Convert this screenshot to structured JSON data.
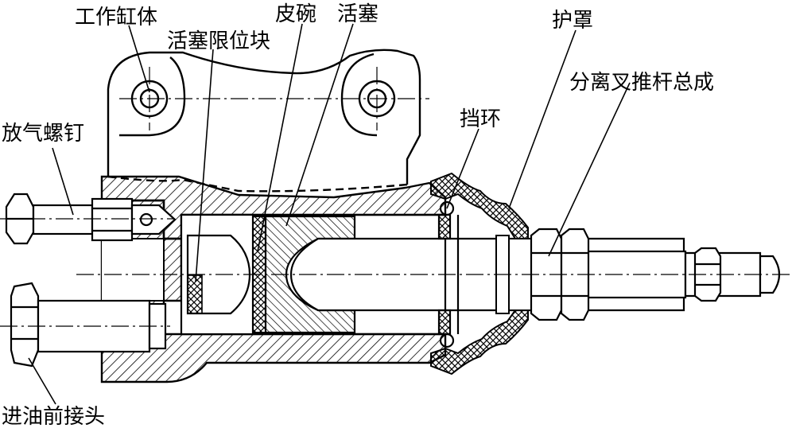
{
  "labels": {
    "cylinder_body": "工作缸体",
    "piston_stop": "活塞限位块",
    "cup": "皮碗",
    "piston": "活塞",
    "bleed_screw": "放气螺钉",
    "boot": "护罩",
    "release_pushrod": "分离叉推杆总成",
    "retaining_ring": "挡环",
    "inlet_fitting": "进油前接头"
  },
  "colors": {
    "line": "#000000",
    "background": "#ffffff",
    "hatch": "#000000"
  }
}
